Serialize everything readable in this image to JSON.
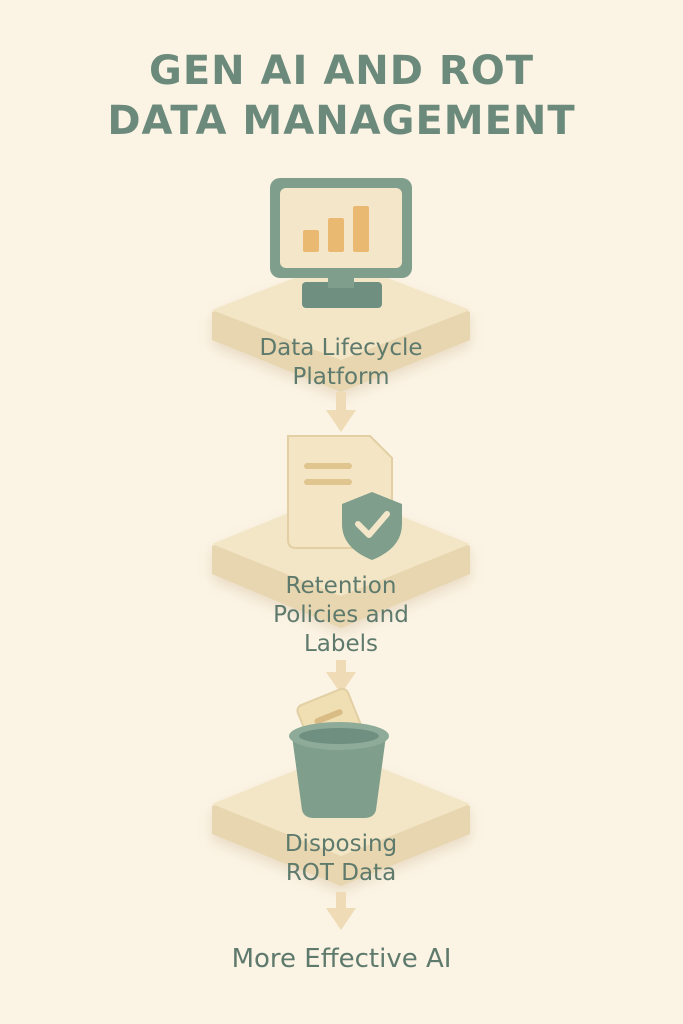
{
  "title": {
    "line1": "GEN AI AND ROT",
    "line2": "DATA MANAGEMENT"
  },
  "steps": [
    {
      "label_line1": "Data Lifecycle",
      "label_line2": "Platform",
      "icon": "monitor-chart-icon"
    },
    {
      "label_line1": "Retention",
      "label_line2": "Policies and",
      "label_line3": "Labels",
      "icon": "document-shield-icon"
    },
    {
      "label_line1": "Disposing",
      "label_line2": "ROT Data",
      "icon": "trash-bin-icon"
    }
  ],
  "outcome": "More Effective AI",
  "colors": {
    "background": "#fbf3e4",
    "accent": "#7f9e8c",
    "platform": "#f2e4c3",
    "bars": "#e9b871"
  }
}
